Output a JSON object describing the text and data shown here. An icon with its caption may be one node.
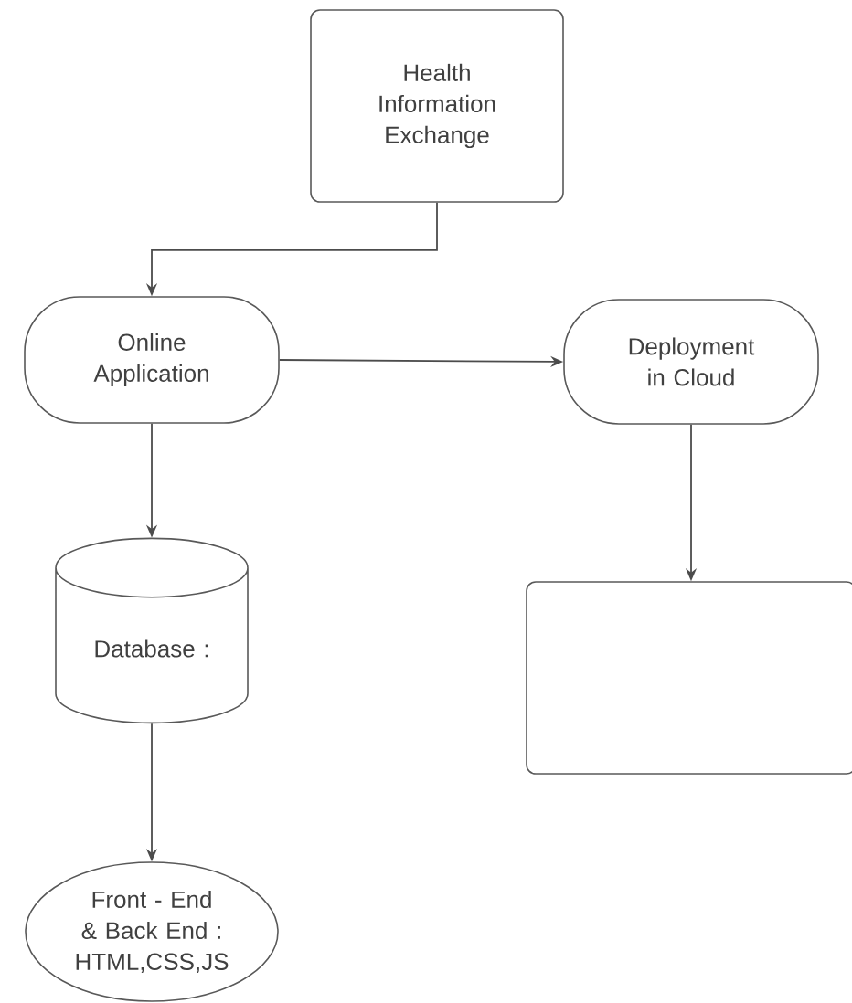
{
  "diagram": {
    "nodes": [
      {
        "text": [
          "Health Information Exchange"
        ]
      },
      {
        "text": [
          "Online Application"
        ]
      },
      {
        "text": [
          "Deployment in Cloud"
        ]
      },
      {
        "text": [
          "Database :"
        ]
      },
      {
        "text": [],
        "shape": "box"
      },
      {
        "text": [
          "Front - End & Back End : HTML,CSS,JS"
        ]
      }
    ],
    "edges": [
      {
        "from": 0,
        "to": 1,
        "arrow": "to"
      },
      {
        "from": 1,
        "to": 2,
        "arrow": "to"
      },
      {
        "from": 1,
        "to": 3,
        "arrow": "to"
      },
      {
        "from": 2,
        "to": 4,
        "arrow": "to"
      },
      {
        "from": 3,
        "to": 5,
        "arrow": "to"
      }
    ]
  }
}
